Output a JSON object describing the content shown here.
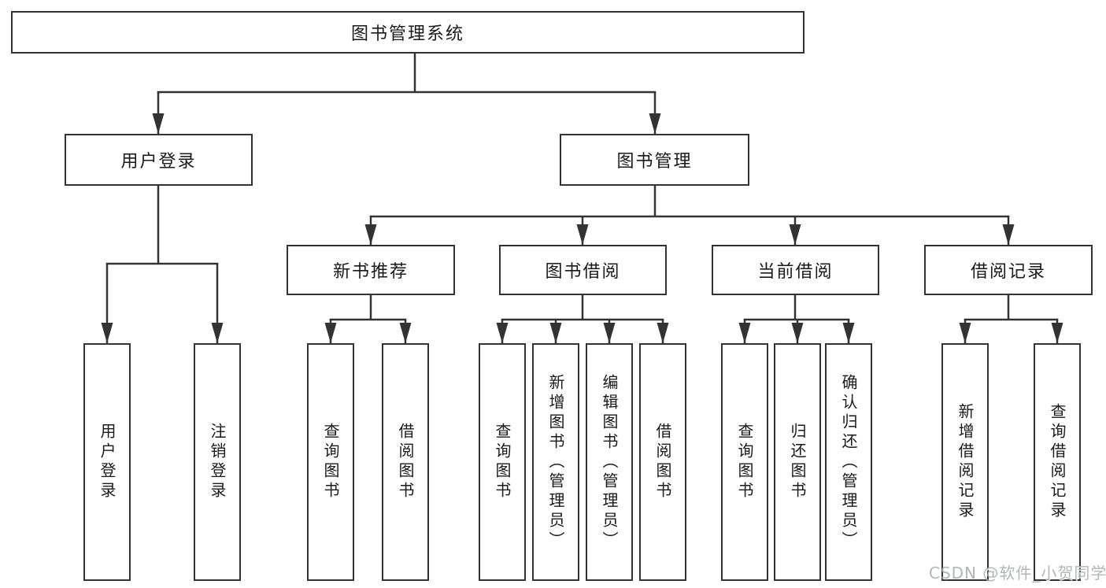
{
  "watermark": {
    "text": "CSDN @软件_小贺同学"
  },
  "style": {
    "line_color": "#333333",
    "text_color": "#1a1a1a",
    "watermark_color": "#a8acb1",
    "background": "#ffffff"
  },
  "tree": {
    "label": "图书管理系统",
    "children": [
      {
        "label": "用户登录",
        "children": [
          {
            "label": "用户登录"
          },
          {
            "label": "注销登录"
          }
        ]
      },
      {
        "label": "图书管理",
        "children": [
          {
            "label": "新书推荐",
            "children": [
              {
                "label": "查询图书"
              },
              {
                "label": "借阅图书"
              }
            ]
          },
          {
            "label": "图书借阅",
            "children": [
              {
                "label": "查询图书"
              },
              {
                "label": "新增图书（管理员）"
              },
              {
                "label": "编辑图书（管理员）"
              },
              {
                "label": "借阅图书"
              }
            ]
          },
          {
            "label": "当前借阅",
            "children": [
              {
                "label": "查询图书"
              },
              {
                "label": "归还图书"
              },
              {
                "label": "确认归还（管理员）"
              }
            ]
          },
          {
            "label": "借阅记录",
            "children": [
              {
                "label": "新增借阅记录"
              },
              {
                "label": "查询借阅记录"
              }
            ]
          }
        ]
      }
    ]
  }
}
